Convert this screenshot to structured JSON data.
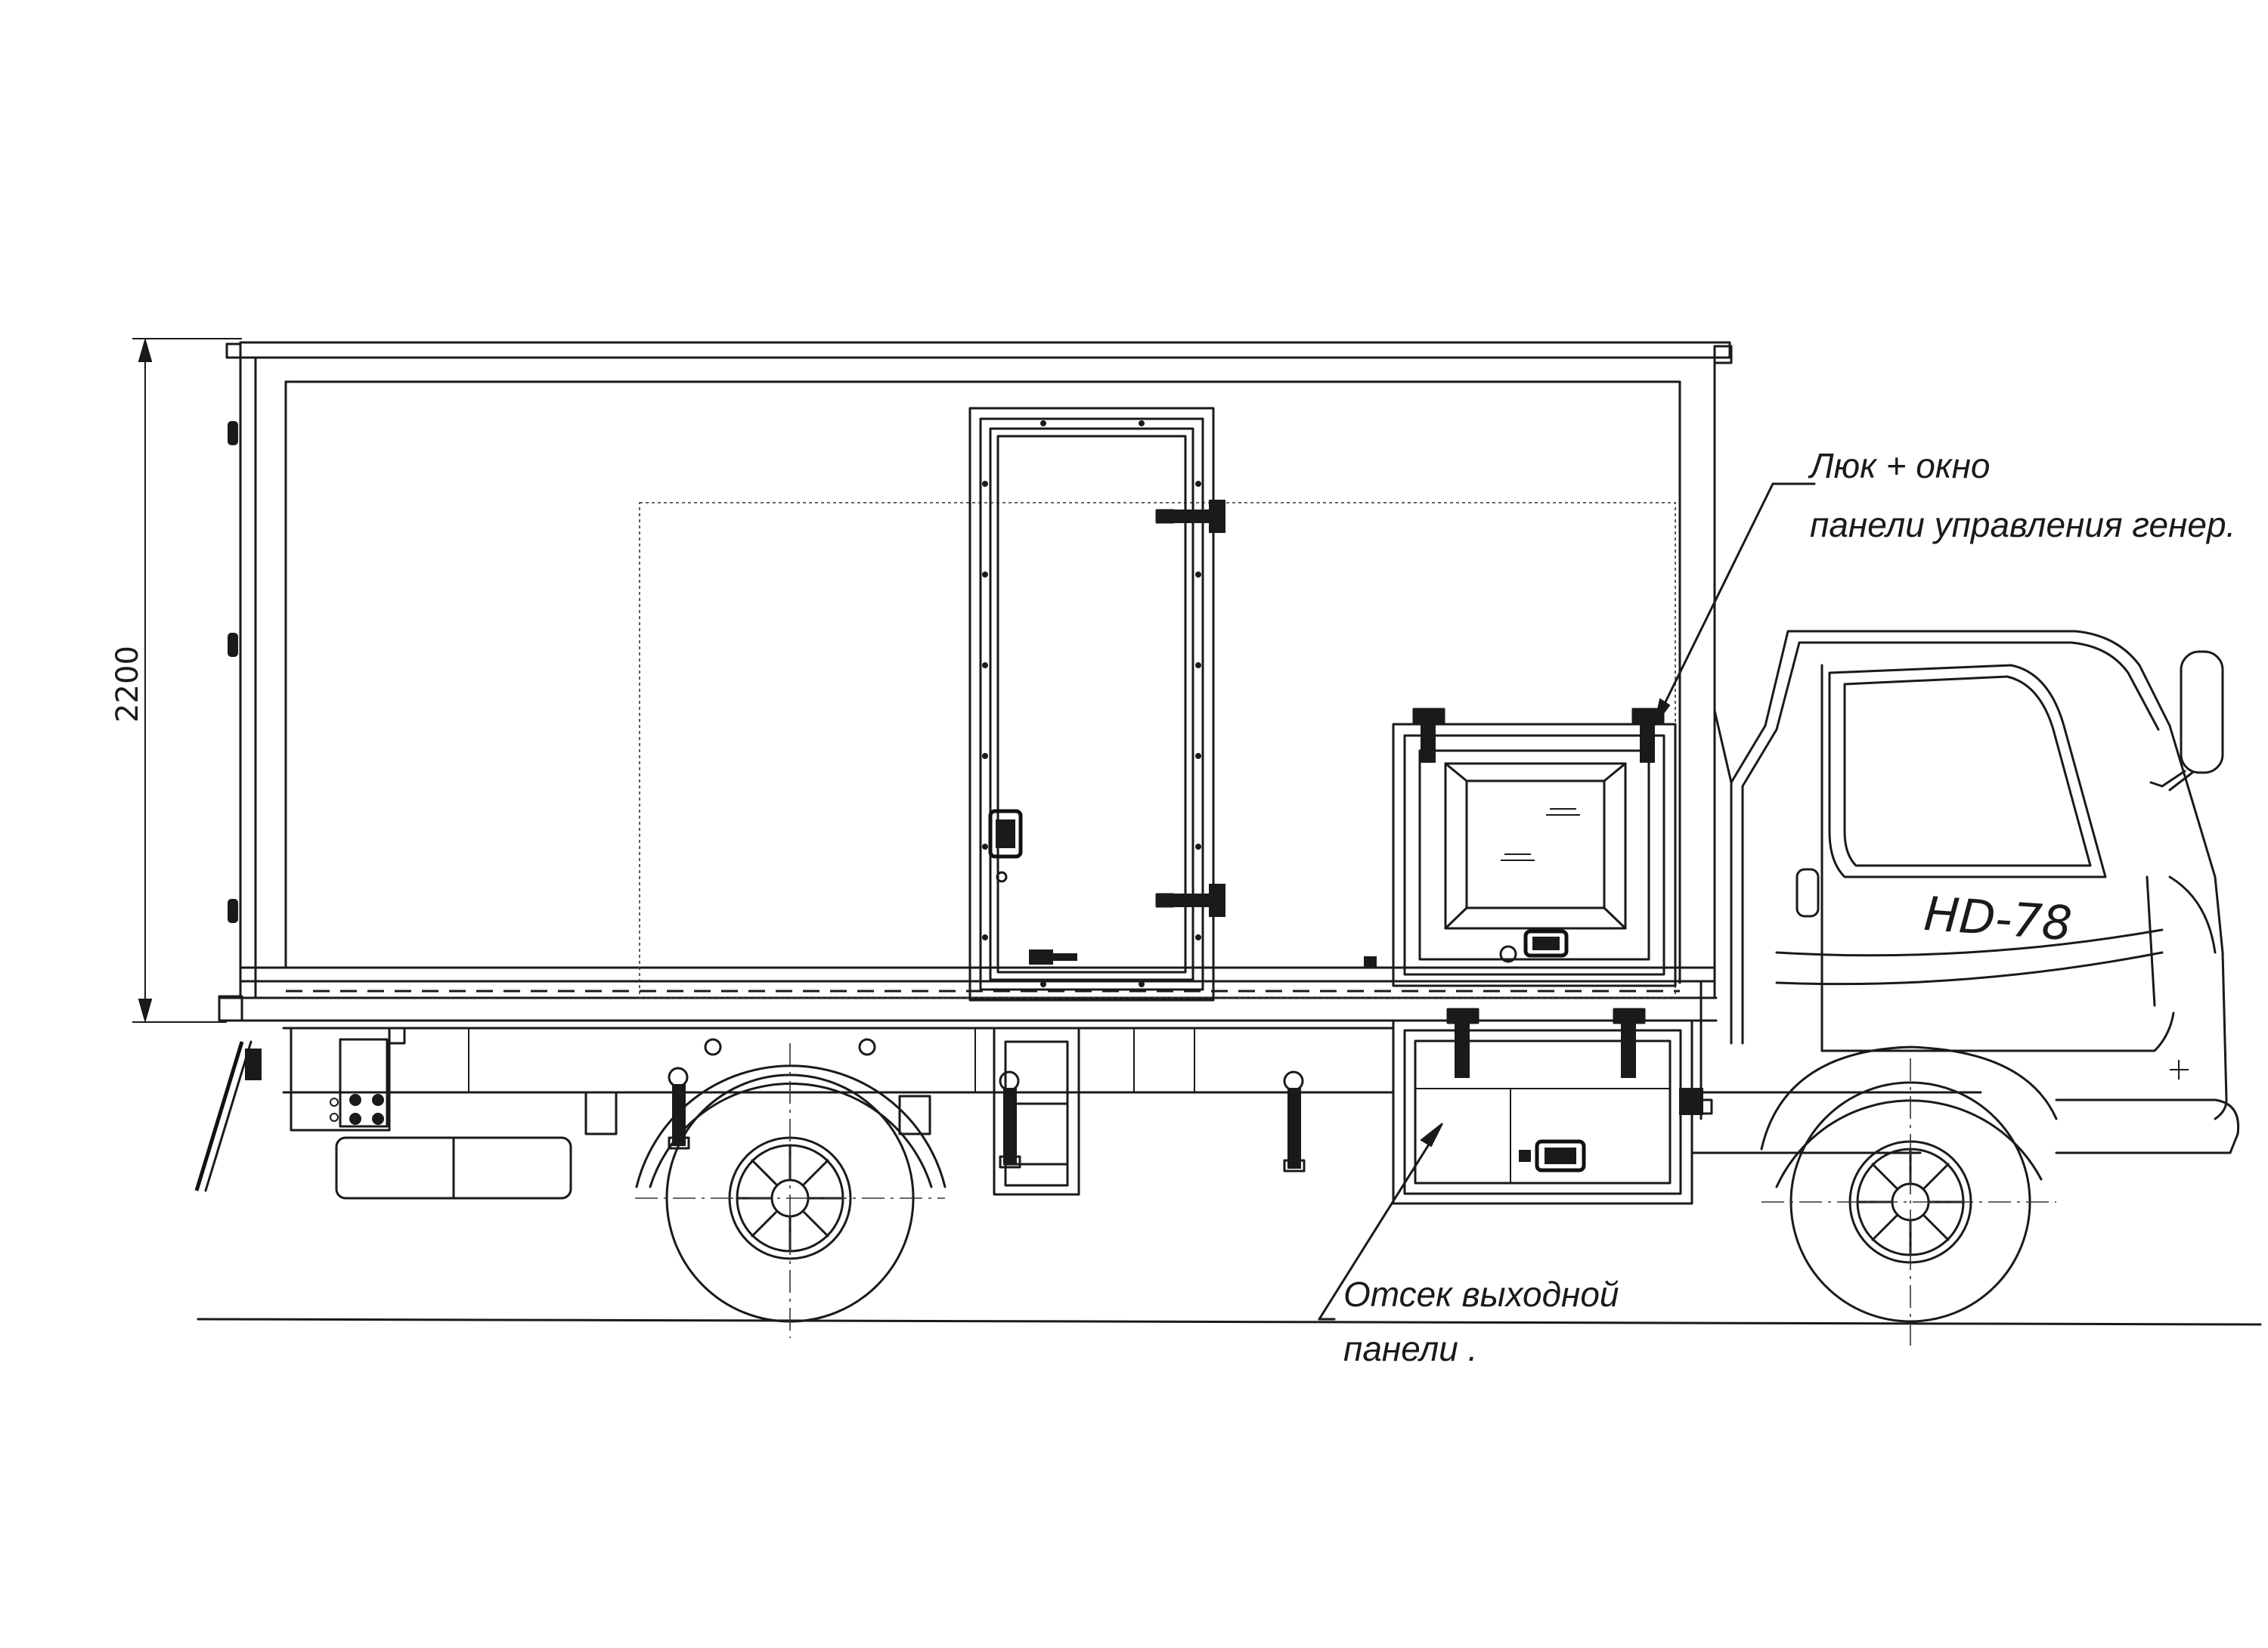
{
  "dimension": {
    "height_value": "2200"
  },
  "callouts": {
    "hatch_line1": "Люк + окно",
    "hatch_line2": "панели управления генер.",
    "compartment_line1": "Отсек выходной",
    "compartment_line2": "панели ."
  },
  "cab": {
    "model_label": "HD-78"
  },
  "colors": {
    "line": "#1a1a1a",
    "paper": "#ffffff"
  }
}
